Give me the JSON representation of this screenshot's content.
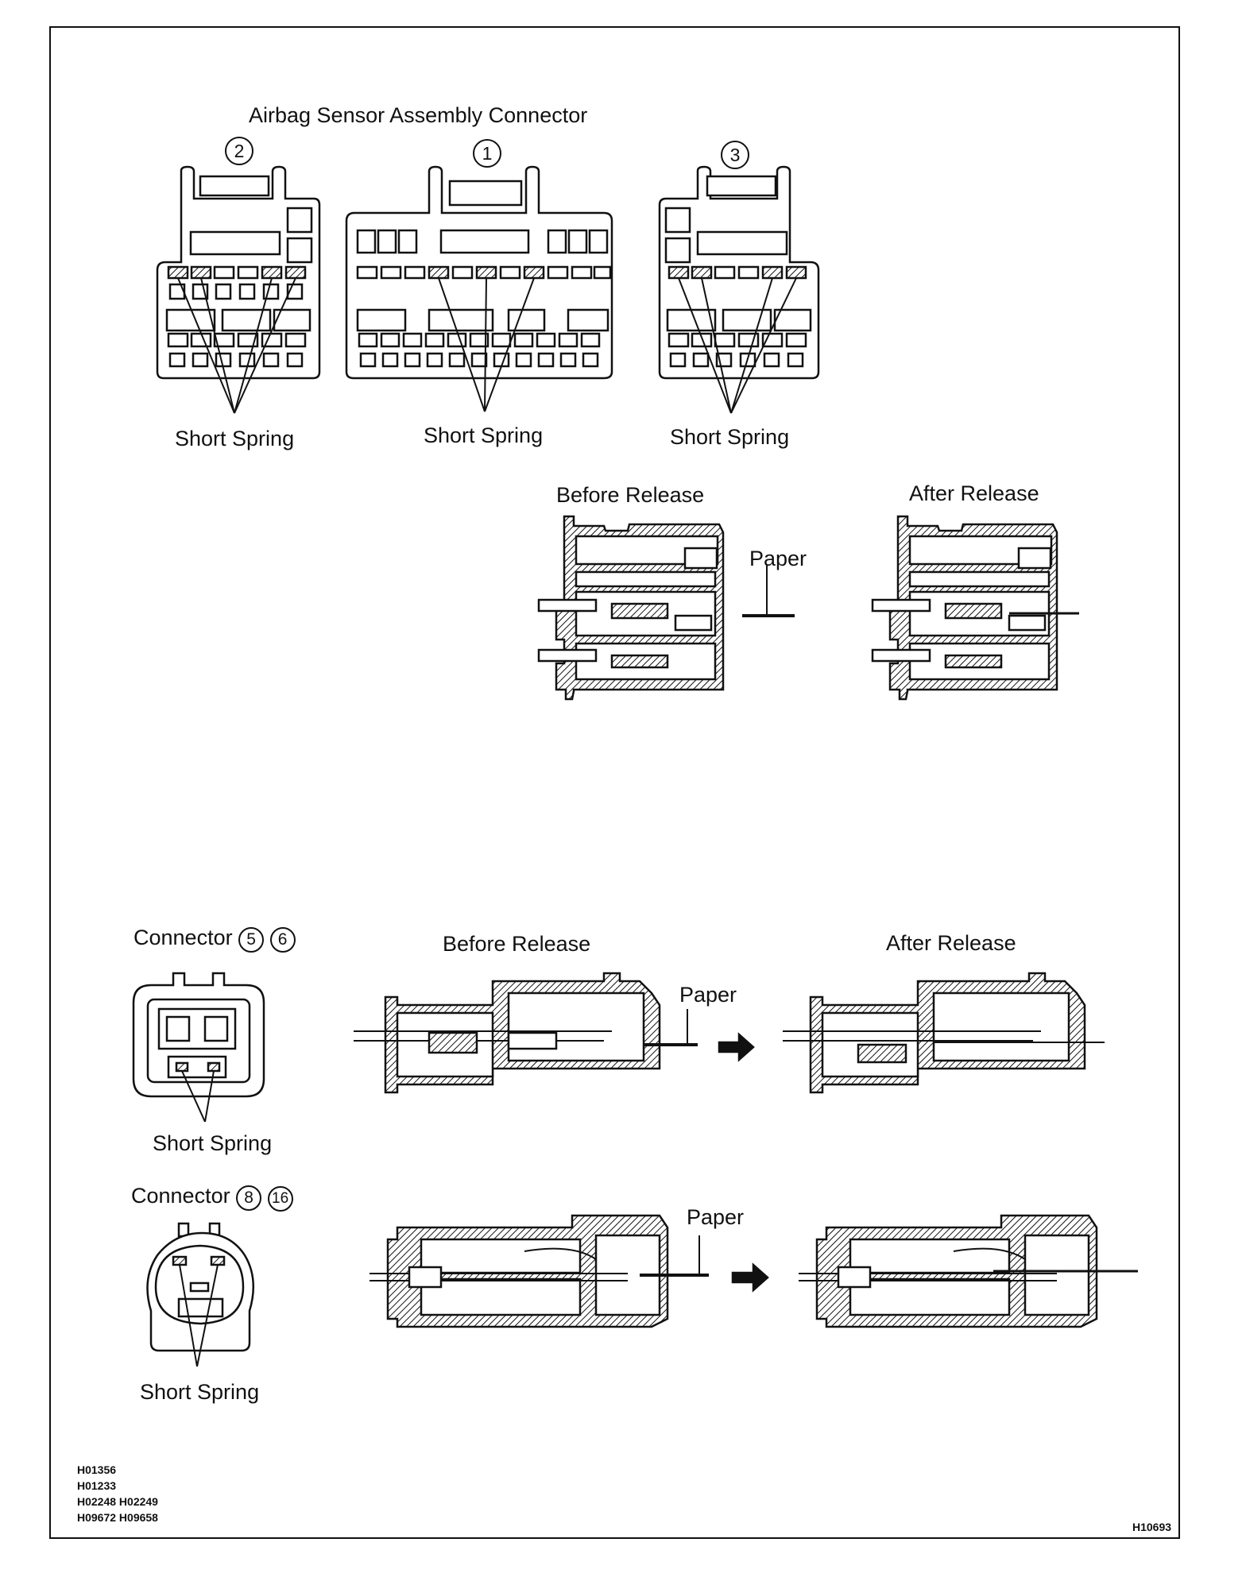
{
  "title": "Airbag Sensor Assembly Connector",
  "connector_numbers": {
    "c2": "2",
    "c1": "1",
    "c3": "3"
  },
  "short_spring": "Short Spring",
  "before_release": "Before Release",
  "after_release": "After Release",
  "paper": "Paper",
  "connector_56": {
    "prefix": "Connector",
    "n1": "5",
    "n2": "6"
  },
  "connector_816": {
    "prefix": "Connector",
    "n1": "8",
    "n2": "16"
  },
  "figure_codes": [
    "H01356",
    "H01233",
    "H02248 H02249",
    "H09672 H09658"
  ],
  "figure_id": "H10693"
}
